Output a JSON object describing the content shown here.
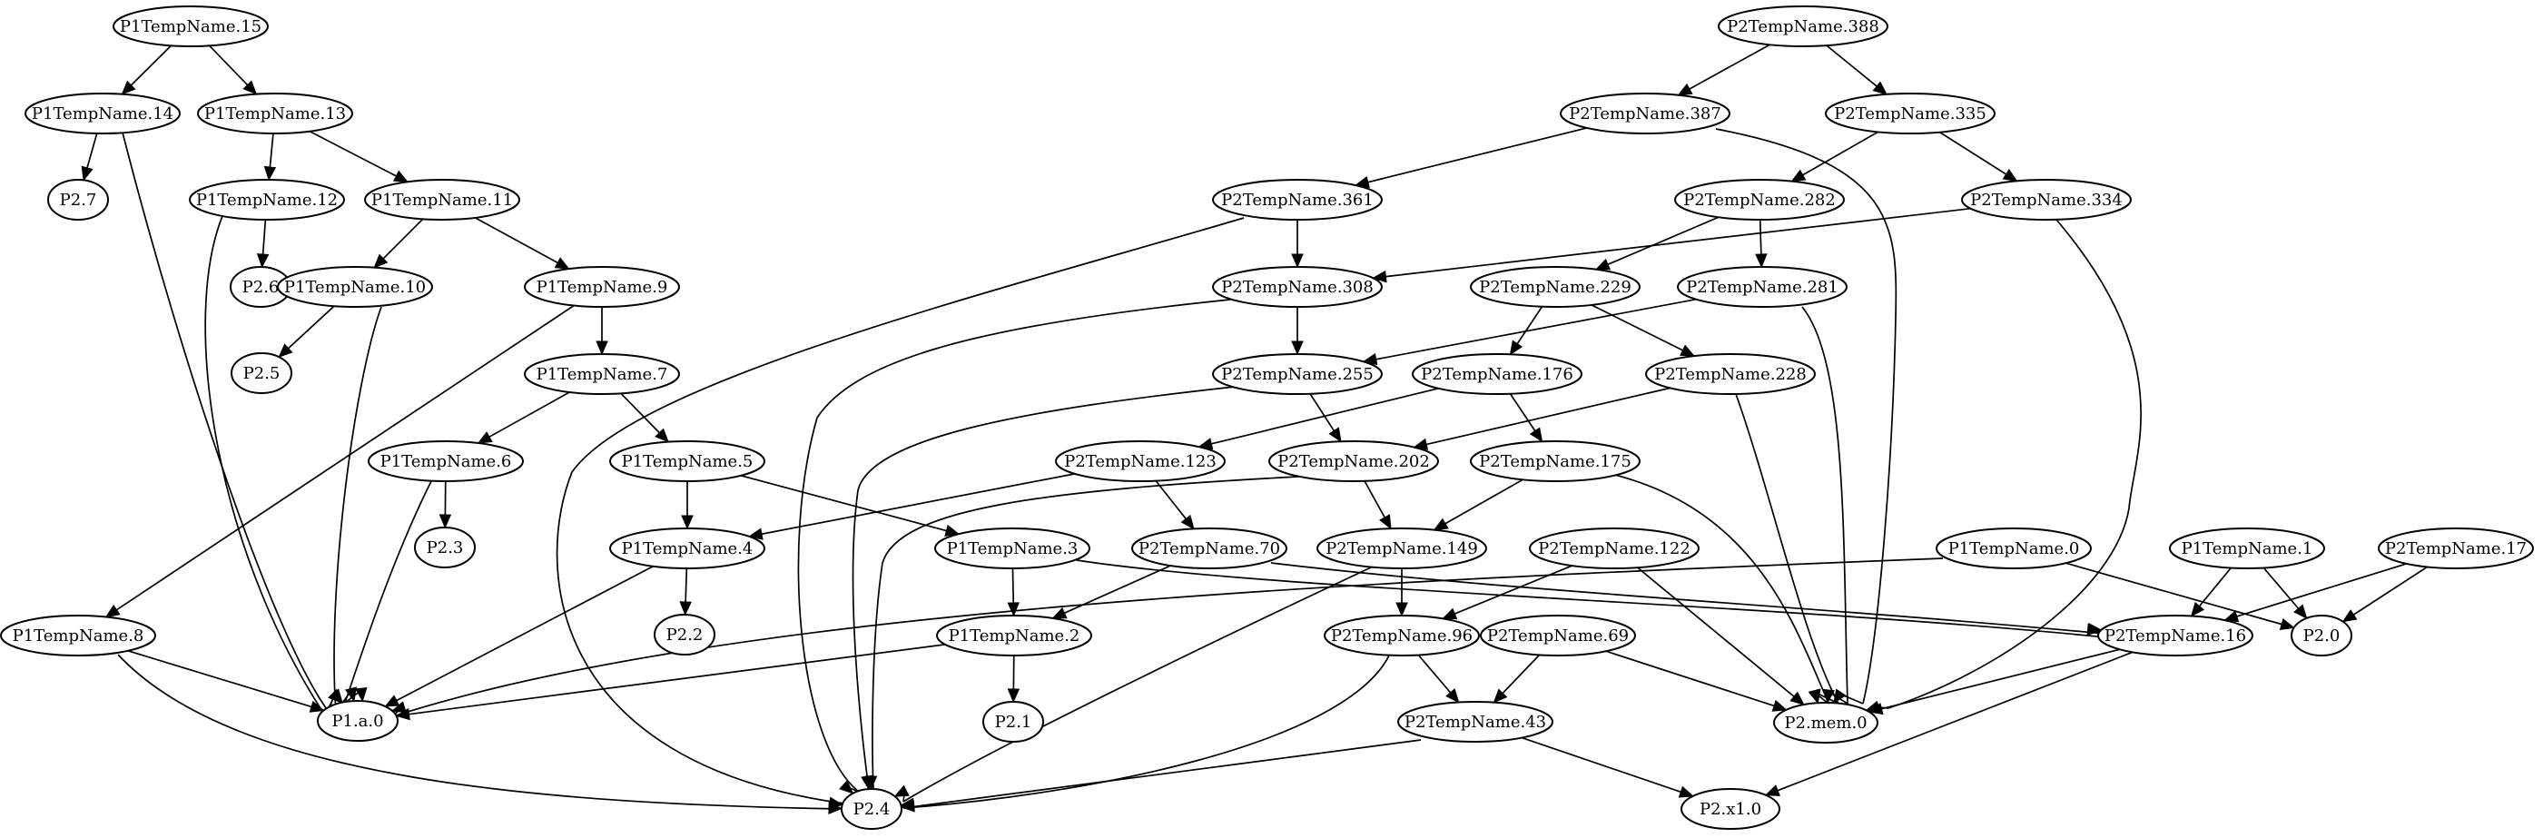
{
  "graph": {
    "nodes": [
      {
        "id": "P1TempName.15",
        "label": "P1TempName.15"
      },
      {
        "id": "P1TempName.14",
        "label": "P1TempName.14"
      },
      {
        "id": "P1TempName.13",
        "label": "P1TempName.13"
      },
      {
        "id": "P2.7",
        "label": "P2.7"
      },
      {
        "id": "P1TempName.12",
        "label": "P1TempName.12"
      },
      {
        "id": "P1TempName.11",
        "label": "P1TempName.11"
      },
      {
        "id": "P2.6",
        "label": "P2.6"
      },
      {
        "id": "P1TempName.10",
        "label": "P1TempName.10"
      },
      {
        "id": "P1TempName.9",
        "label": "P1TempName.9"
      },
      {
        "id": "P2.5",
        "label": "P2.5"
      },
      {
        "id": "P1TempName.7",
        "label": "P1TempName.7"
      },
      {
        "id": "P1TempName.6",
        "label": "P1TempName.6"
      },
      {
        "id": "P1TempName.5",
        "label": "P1TempName.5"
      },
      {
        "id": "P2.3",
        "label": "P2.3"
      },
      {
        "id": "P1TempName.4",
        "label": "P1TempName.4"
      },
      {
        "id": "P1TempName.3",
        "label": "P1TempName.3"
      },
      {
        "id": "P2.2",
        "label": "P2.2"
      },
      {
        "id": "P1TempName.8",
        "label": "P1TempName.8"
      },
      {
        "id": "P1TempName.2",
        "label": "P1TempName.2"
      },
      {
        "id": "P1.a.0",
        "label": "P1.a.0"
      },
      {
        "id": "P2.1",
        "label": "P2.1"
      },
      {
        "id": "P2.4",
        "label": "P2.4"
      },
      {
        "id": "P2TempName.388",
        "label": "P2TempName.388"
      },
      {
        "id": "P2TempName.387",
        "label": "P2TempName.387"
      },
      {
        "id": "P2TempName.335",
        "label": "P2TempName.335"
      },
      {
        "id": "P2TempName.361",
        "label": "P2TempName.361"
      },
      {
        "id": "P2TempName.282",
        "label": "P2TempName.282"
      },
      {
        "id": "P2TempName.334",
        "label": "P2TempName.334"
      },
      {
        "id": "P2TempName.308",
        "label": "P2TempName.308"
      },
      {
        "id": "P2TempName.229",
        "label": "P2TempName.229"
      },
      {
        "id": "P2TempName.281",
        "label": "P2TempName.281"
      },
      {
        "id": "P2TempName.255",
        "label": "P2TempName.255"
      },
      {
        "id": "P2TempName.176",
        "label": "P2TempName.176"
      },
      {
        "id": "P2TempName.228",
        "label": "P2TempName.228"
      },
      {
        "id": "P2TempName.123",
        "label": "P2TempName.123"
      },
      {
        "id": "P2TempName.202",
        "label": "P2TempName.202"
      },
      {
        "id": "P2TempName.175",
        "label": "P2TempName.175"
      },
      {
        "id": "P2TempName.70",
        "label": "P2TempName.70"
      },
      {
        "id": "P2TempName.149",
        "label": "P2TempName.149"
      },
      {
        "id": "P2TempName.122",
        "label": "P2TempName.122"
      },
      {
        "id": "P1TempName.0",
        "label": "P1TempName.0"
      },
      {
        "id": "P1TempName.1",
        "label": "P1TempName.1"
      },
      {
        "id": "P2TempName.17",
        "label": "P2TempName.17"
      },
      {
        "id": "P2TempName.96",
        "label": "P2TempName.96"
      },
      {
        "id": "P2TempName.69",
        "label": "P2TempName.69"
      },
      {
        "id": "P2TempName.16",
        "label": "P2TempName.16"
      },
      {
        "id": "P2.0",
        "label": "P2.0"
      },
      {
        "id": "P2TempName.43",
        "label": "P2TempName.43"
      },
      {
        "id": "P2.mem.0",
        "label": "P2.mem.0"
      },
      {
        "id": "P2.x1.0",
        "label": "P2.x1.0"
      }
    ],
    "edges": [
      [
        "P1TempName.15",
        "P1TempName.14"
      ],
      [
        "P1TempName.15",
        "P1TempName.13"
      ],
      [
        "P1TempName.14",
        "P2.7"
      ],
      [
        "P1TempName.14",
        "P1.a.0"
      ],
      [
        "P1TempName.13",
        "P1TempName.12"
      ],
      [
        "P1TempName.13",
        "P1TempName.11"
      ],
      [
        "P1TempName.12",
        "P2.6"
      ],
      [
        "P1TempName.12",
        "P1.a.0"
      ],
      [
        "P1TempName.11",
        "P1TempName.10"
      ],
      [
        "P1TempName.11",
        "P1TempName.9"
      ],
      [
        "P1TempName.10",
        "P2.5"
      ],
      [
        "P1TempName.10",
        "P1.a.0"
      ],
      [
        "P1TempName.9",
        "P1TempName.7"
      ],
      [
        "P1TempName.9",
        "P1TempName.8"
      ],
      [
        "P1TempName.7",
        "P1TempName.6"
      ],
      [
        "P1TempName.7",
        "P1TempName.5"
      ],
      [
        "P1TempName.6",
        "P2.3"
      ],
      [
        "P1TempName.6",
        "P1.a.0"
      ],
      [
        "P1TempName.5",
        "P1TempName.4"
      ],
      [
        "P1TempName.5",
        "P1TempName.3"
      ],
      [
        "P1TempName.4",
        "P2.2"
      ],
      [
        "P1TempName.4",
        "P1.a.0"
      ],
      [
        "P1TempName.3",
        "P1TempName.2"
      ],
      [
        "P1TempName.3",
        "P2TempName.16"
      ],
      [
        "P1TempName.2",
        "P2.1"
      ],
      [
        "P1TempName.2",
        "P1.a.0"
      ],
      [
        "P1TempName.8",
        "P1.a.0"
      ],
      [
        "P1TempName.8",
        "P2.4"
      ],
      [
        "P2TempName.388",
        "P2TempName.387"
      ],
      [
        "P2TempName.388",
        "P2TempName.335"
      ],
      [
        "P2TempName.387",
        "P2TempName.361"
      ],
      [
        "P2TempName.387",
        "P2.mem.0"
      ],
      [
        "P2TempName.335",
        "P2TempName.282"
      ],
      [
        "P2TempName.335",
        "P2TempName.334"
      ],
      [
        "P2TempName.361",
        "P2TempName.308"
      ],
      [
        "P2TempName.361",
        "P2.4"
      ],
      [
        "P2TempName.282",
        "P2TempName.229"
      ],
      [
        "P2TempName.282",
        "P2TempName.281"
      ],
      [
        "P2TempName.334",
        "P2TempName.308"
      ],
      [
        "P2TempName.334",
        "P2.mem.0"
      ],
      [
        "P2TempName.308",
        "P2TempName.255"
      ],
      [
        "P2TempName.308",
        "P2.4"
      ],
      [
        "P2TempName.229",
        "P2TempName.176"
      ],
      [
        "P2TempName.229",
        "P2TempName.228"
      ],
      [
        "P2TempName.281",
        "P2TempName.255"
      ],
      [
        "P2TempName.281",
        "P2.mem.0"
      ],
      [
        "P2TempName.255",
        "P2TempName.202"
      ],
      [
        "P2TempName.255",
        "P2.4"
      ],
      [
        "P2TempName.176",
        "P2TempName.123"
      ],
      [
        "P2TempName.176",
        "P2TempName.175"
      ],
      [
        "P2TempName.228",
        "P2TempName.202"
      ],
      [
        "P2TempName.228",
        "P2.mem.0"
      ],
      [
        "P2TempName.123",
        "P1TempName.4"
      ],
      [
        "P2TempName.123",
        "P2TempName.70"
      ],
      [
        "P2TempName.202",
        "P2TempName.149"
      ],
      [
        "P2TempName.202",
        "P2.4"
      ],
      [
        "P2TempName.175",
        "P2TempName.149"
      ],
      [
        "P2TempName.175",
        "P2.mem.0"
      ],
      [
        "P2TempName.70",
        "P1TempName.2"
      ],
      [
        "P2TempName.70",
        "P2TempName.16"
      ],
      [
        "P2TempName.149",
        "P2TempName.96"
      ],
      [
        "P2TempName.149",
        "P2.4"
      ],
      [
        "P2TempName.122",
        "P2TempName.96"
      ],
      [
        "P2TempName.122",
        "P2.mem.0"
      ],
      [
        "P1TempName.0",
        "P1.a.0"
      ],
      [
        "P1TempName.0",
        "P2.0"
      ],
      [
        "P1TempName.1",
        "P2TempName.16"
      ],
      [
        "P1TempName.1",
        "P2.0"
      ],
      [
        "P2TempName.17",
        "P2TempName.16"
      ],
      [
        "P2TempName.17",
        "P2.0"
      ],
      [
        "P2TempName.96",
        "P2TempName.43"
      ],
      [
        "P2TempName.96",
        "P2.4"
      ],
      [
        "P2TempName.69",
        "P2TempName.43"
      ],
      [
        "P2TempName.69",
        "P2.mem.0"
      ],
      [
        "P2TempName.16",
        "P2.mem.0"
      ],
      [
        "P2TempName.16",
        "P2.x1.0"
      ],
      [
        "P2TempName.43",
        "P2.4"
      ],
      [
        "P2TempName.43",
        "P2.x1.0"
      ]
    ]
  }
}
